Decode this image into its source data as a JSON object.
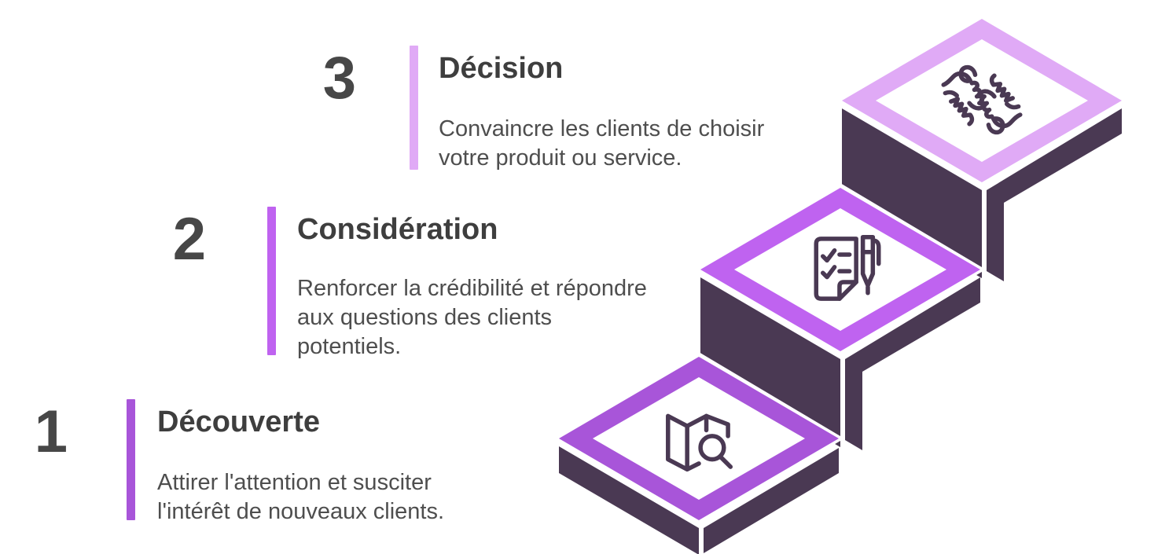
{
  "title_hidden": "",
  "colors": {
    "background": "#ffffff",
    "stair_body": "#4a3953",
    "icon_stroke": "#4a3953",
    "tile_face": "#ffffff",
    "outline_white": "#ffffff",
    "number_text": "#474747",
    "title_text": "#3e3e3e",
    "desc_text": "#4e4e4e"
  },
  "steps": [
    {
      "number": "1",
      "title": "Découverte",
      "description_lines": [
        "Attirer l'attention et susciter",
        "l'intérêt de nouveaux clients."
      ],
      "accent": "#a855d9",
      "icon": "map-search-icon"
    },
    {
      "number": "2",
      "title": "Considération",
      "description_lines": [
        "Renforcer la crédibilité et répondre",
        "aux questions des clients",
        "potentiels."
      ],
      "accent": "#bf63f0",
      "icon": "checklist-pen-icon"
    },
    {
      "number": "3",
      "title": "Décision",
      "description_lines": [
        "Convaincre les clients de choisir",
        "votre produit ou service."
      ],
      "accent": "#e0aaf6",
      "icon": "handshake-icon"
    }
  ]
}
